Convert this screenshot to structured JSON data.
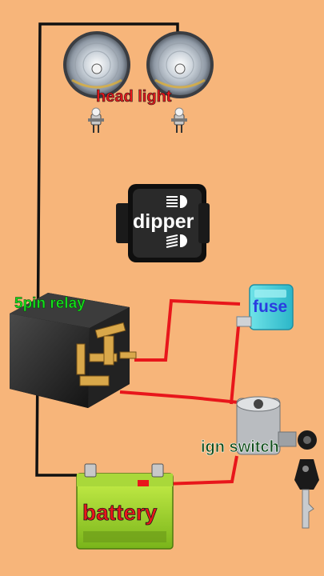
{
  "labels": {
    "head_light": "head light",
    "dipper": "dipper",
    "relay": "5pin relay",
    "fuse": "fuse",
    "ign_switch": "ign switch",
    "battery": "battery"
  },
  "colors": {
    "background": "#F7B57A",
    "wire_black": "#111111",
    "wire_red": "#E8161B",
    "label_red": "#E8161B",
    "label_green": "#14E01C",
    "label_blue": "#2A3CE0",
    "label_white": "#FFFFFF",
    "label_darkgreen": "#0E4D1A"
  }
}
